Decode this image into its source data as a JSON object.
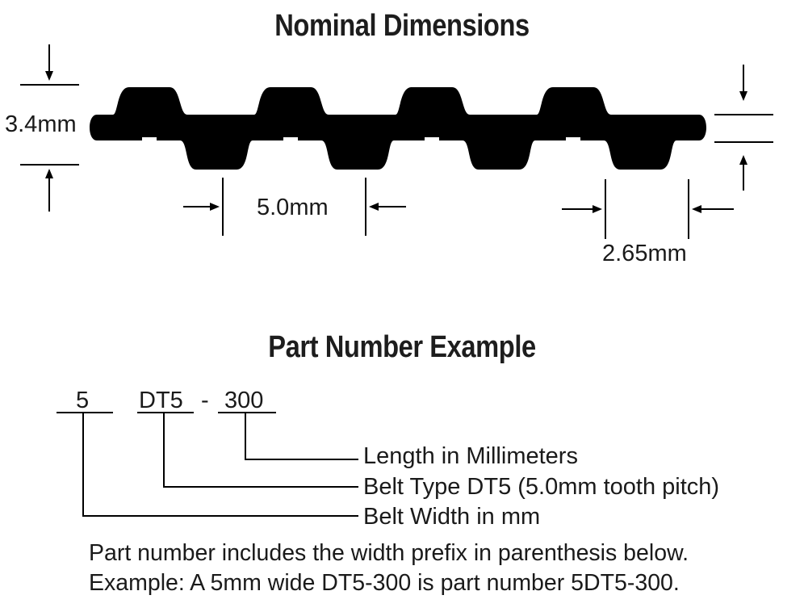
{
  "nominal": {
    "title": "Nominal Dimensions",
    "height_label": "3.4mm",
    "pitch_label": "5.0mm",
    "tooth_label": "2.65mm"
  },
  "part_example": {
    "title": "Part Number Example",
    "code_parts": [
      "5",
      "DT5",
      "-",
      "300"
    ],
    "descriptions": [
      "Length in Millimeters",
      "Belt Type DT5 (5.0mm tooth pitch)",
      "Belt Width in mm"
    ],
    "note_lines": [
      "Part number includes the width prefix in parenthesis below.",
      "Example: A 5mm wide DT5-300 is part number 5DT5-300."
    ]
  }
}
